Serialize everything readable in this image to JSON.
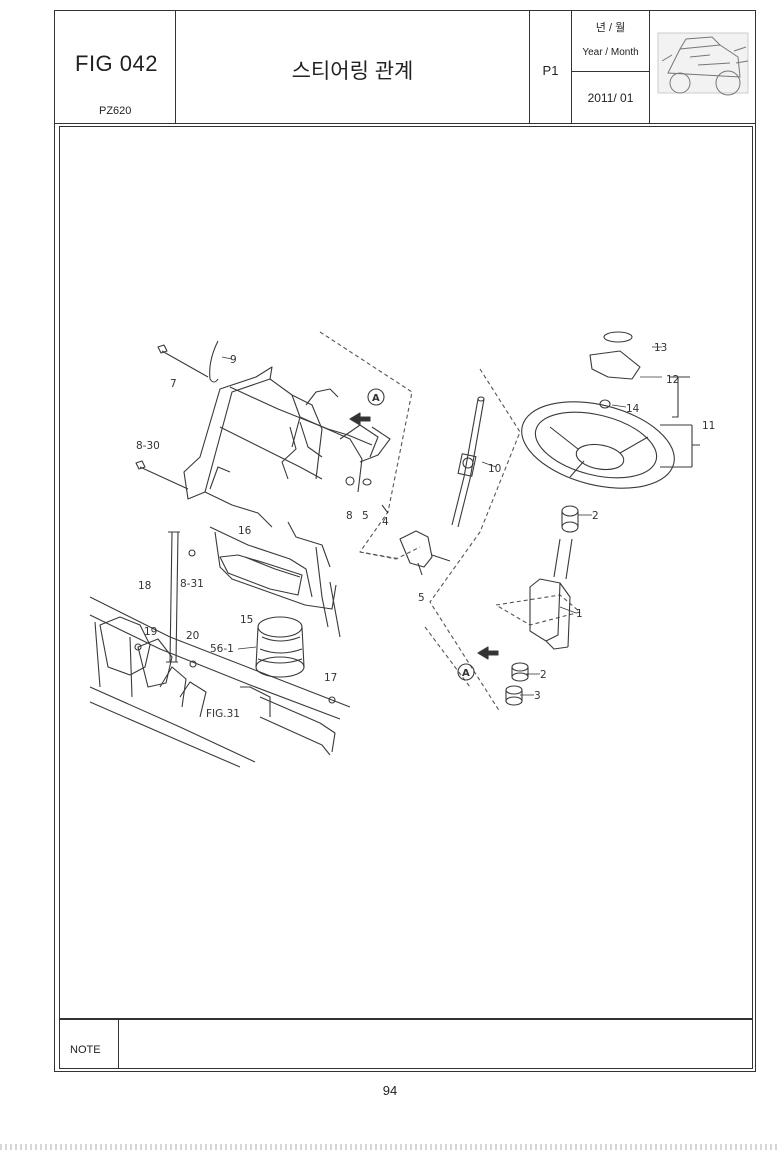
{
  "header": {
    "fig_no": "FIG 042",
    "model": "PZ620",
    "title": "스티어링 관계",
    "page_label": "P1",
    "date_label_ko": "년 / 월",
    "date_label_en": "Year / Month",
    "date_value": "2011/ 01"
  },
  "callouts": [
    "7",
    "9",
    "8-30",
    "A",
    "8",
    "5",
    "4",
    "10",
    "16",
    "18",
    "8-31",
    "15",
    "5",
    "56-1",
    "19",
    "20",
    "17",
    "FIG.31",
    "13",
    "12",
    "14",
    "11",
    "2",
    "1",
    "A",
    "2",
    "3"
  ],
  "note_label": "NOTE",
  "page_number": "94"
}
